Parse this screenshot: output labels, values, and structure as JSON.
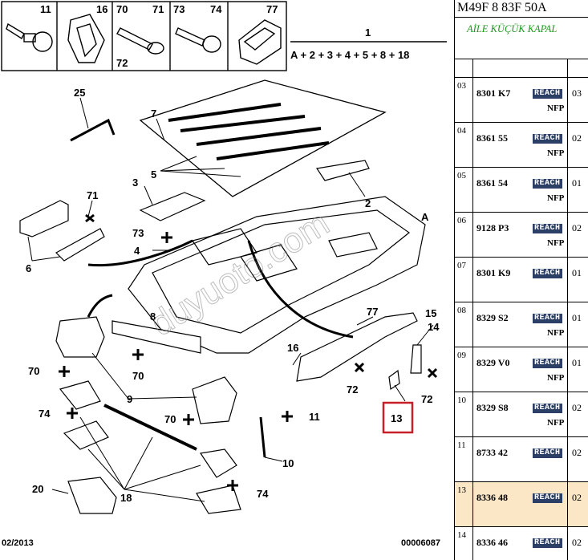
{
  "diagram": {
    "header_parts": [
      "11",
      "16",
      "70",
      "71",
      "72",
      "73",
      "74",
      "77"
    ],
    "formula_number": "1",
    "formula": "A + 2 + 3 + 4 + 5 + 8 + 18",
    "callouts": {
      "c25": "25",
      "c7": "7",
      "c5": "5",
      "c3": "3",
      "c2": "2",
      "c71": "71",
      "c6": "6",
      "c73": "73",
      "c4": "4",
      "cA": "A",
      "c8": "8",
      "c77": "77",
      "c15": "15",
      "c14": "14",
      "c16": "16",
      "c70a": "70",
      "c70b": "70",
      "c72a": "72",
      "c72b": "72",
      "c9": "9",
      "c74a": "74",
      "c70c": "70",
      "c11": "11",
      "c13": "13",
      "c10": "10",
      "c20": "20",
      "c18": "18",
      "c74b": "74"
    },
    "watermark": "duyuoto.com",
    "footer_date": "02/2013",
    "footer_code": "00006087",
    "highlight_color": "#c8202a"
  },
  "parts_list": {
    "header": "M49F 8 83F 50A",
    "subtitle": "AİLE KÜÇÜK KAPAL",
    "subtitle_color": "#1a9a1a",
    "reach_color": "#2b3f66",
    "selected_color": "#fbe6c6",
    "rows": [
      {
        "index": "03",
        "ref": "8301 K7",
        "badge": "REACH",
        "qty": "03",
        "note": "NFP"
      },
      {
        "index": "04",
        "ref": "8361 55",
        "badge": "REACH",
        "qty": "02",
        "note": "NFP"
      },
      {
        "index": "05",
        "ref": "8361 54",
        "badge": "REACH",
        "qty": "01",
        "note": "NFP"
      },
      {
        "index": "06",
        "ref": "9128 P3",
        "badge": "REACH",
        "qty": "02",
        "note": "NFP"
      },
      {
        "index": "07",
        "ref": "8301 K9",
        "badge": "REACH",
        "qty": "01",
        "note": ""
      },
      {
        "index": "08",
        "ref": "8329 S2",
        "badge": "REACH",
        "qty": "01",
        "note": "NFP"
      },
      {
        "index": "09",
        "ref": "8329 V0",
        "badge": "REACH",
        "qty": "01",
        "note": "NFP"
      },
      {
        "index": "10",
        "ref": "8329 S8",
        "badge": "REACH",
        "qty": "02",
        "note": "NFP"
      },
      {
        "index": "11",
        "ref": "8733 42",
        "badge": "REACH",
        "qty": "02",
        "note": ""
      },
      {
        "index": "13",
        "ref": "8336 48",
        "badge": "REACH",
        "qty": "02",
        "note": ""
      },
      {
        "index": "14",
        "ref": "8336 46",
        "badge": "REACH",
        "qty": "02",
        "note": ""
      }
    ],
    "selected_index": "13"
  }
}
